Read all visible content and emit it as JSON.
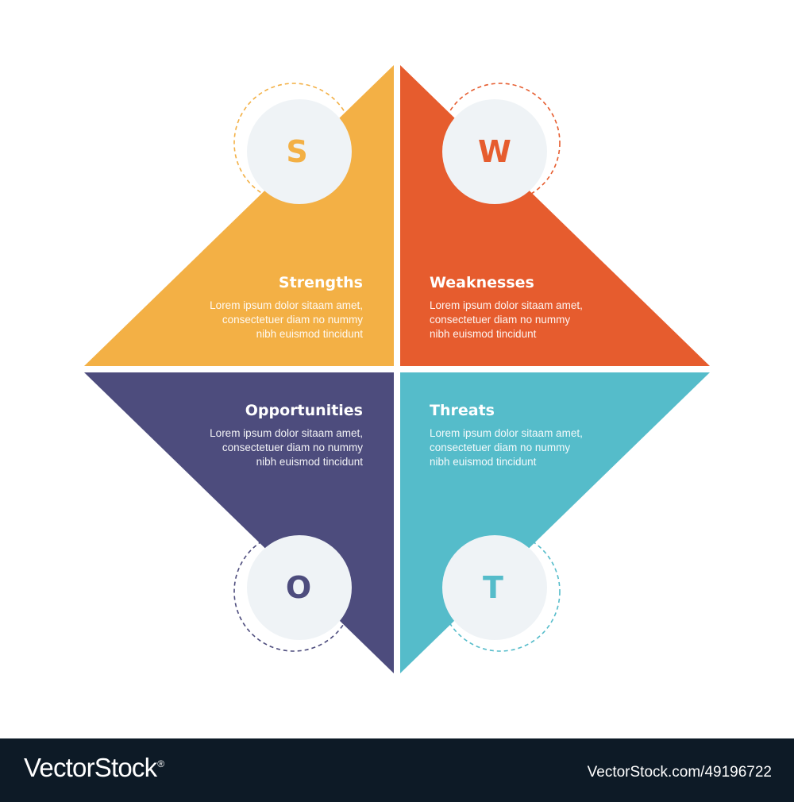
{
  "quadrants": [
    {
      "key": "strengths",
      "letter": "S",
      "title": "Strengths",
      "lines": [
        "Lorem ipsum dolor sitaam amet,",
        "consectetuer diam no nummy",
        "nibh euismod tincidunt"
      ],
      "color": "#f3b045"
    },
    {
      "key": "weaknesses",
      "letter": "W",
      "title": "Weaknesses",
      "lines": [
        "Lorem ipsum dolor sitaam amet,",
        "consectetuer diam no nummy",
        "nibh euismod tincidunt"
      ],
      "color": "#e65c2e"
    },
    {
      "key": "opportunities",
      "letter": "O",
      "title": "Opportunities",
      "lines": [
        "Lorem ipsum dolor sitaam amet,",
        "consectetuer diam no nummy",
        "nibh euismod tincidunt"
      ],
      "color": "#4d4c7d"
    },
    {
      "key": "threats",
      "letter": "T",
      "title": "Threats",
      "lines": [
        "Lorem ipsum dolor sitaam amet,",
        "consectetuer diam no nummy",
        "nibh euismod tincidunt"
      ],
      "color": "#55bcca"
    }
  ],
  "circle_fill": "#eff3f6",
  "footer": {
    "brand": "VectorStock",
    "reg_mark": "®",
    "url_id": "VectorStock.com/49196722",
    "background": "#0d1a26"
  }
}
